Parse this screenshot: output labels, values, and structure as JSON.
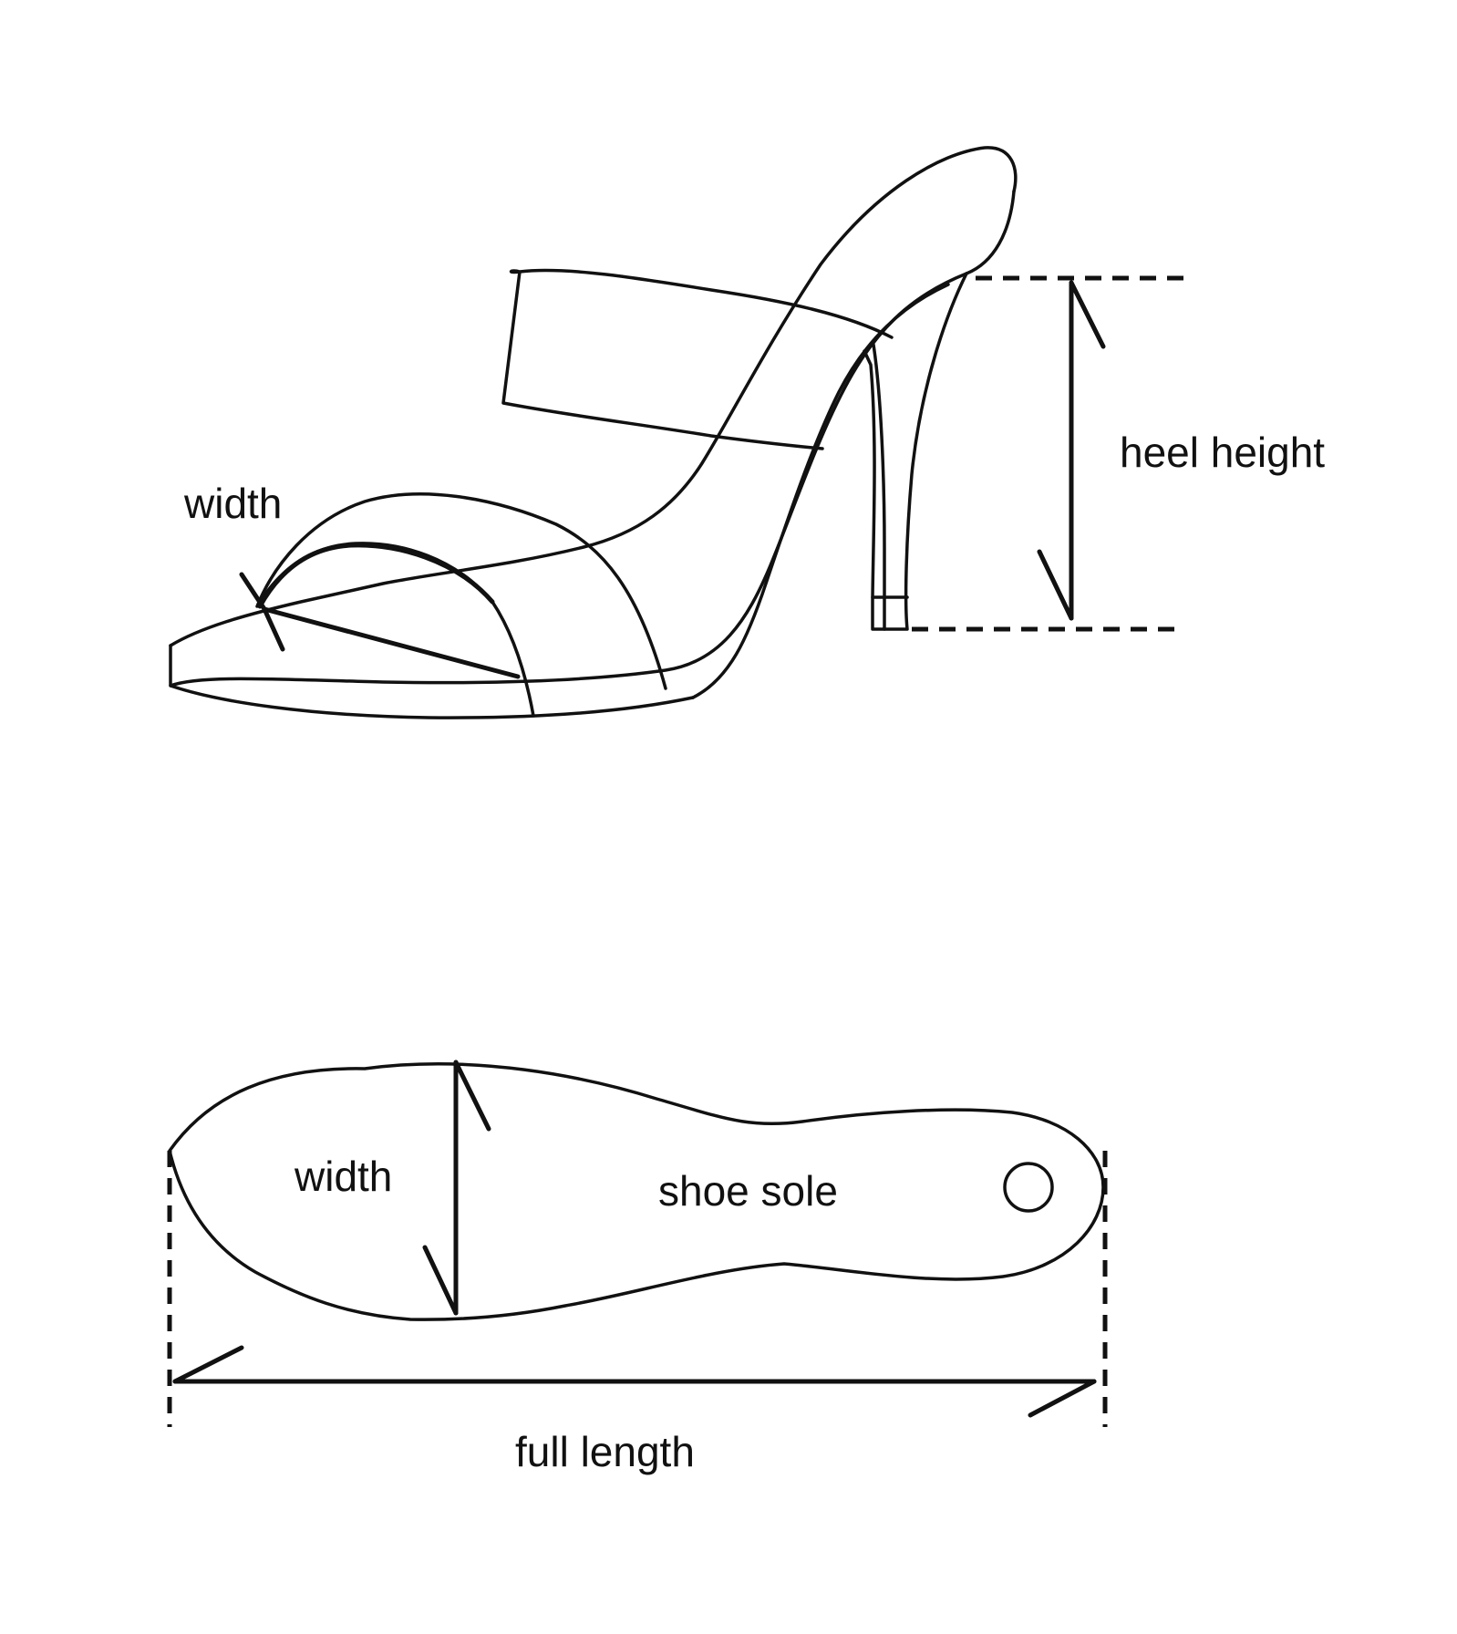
{
  "labels": {
    "top_width": "width",
    "heel_height": "heel height",
    "sole_width": "width",
    "shoe_sole": "shoe sole",
    "full_length": "full length"
  },
  "colors": {
    "line": "#111111",
    "background": "#ffffff"
  }
}
